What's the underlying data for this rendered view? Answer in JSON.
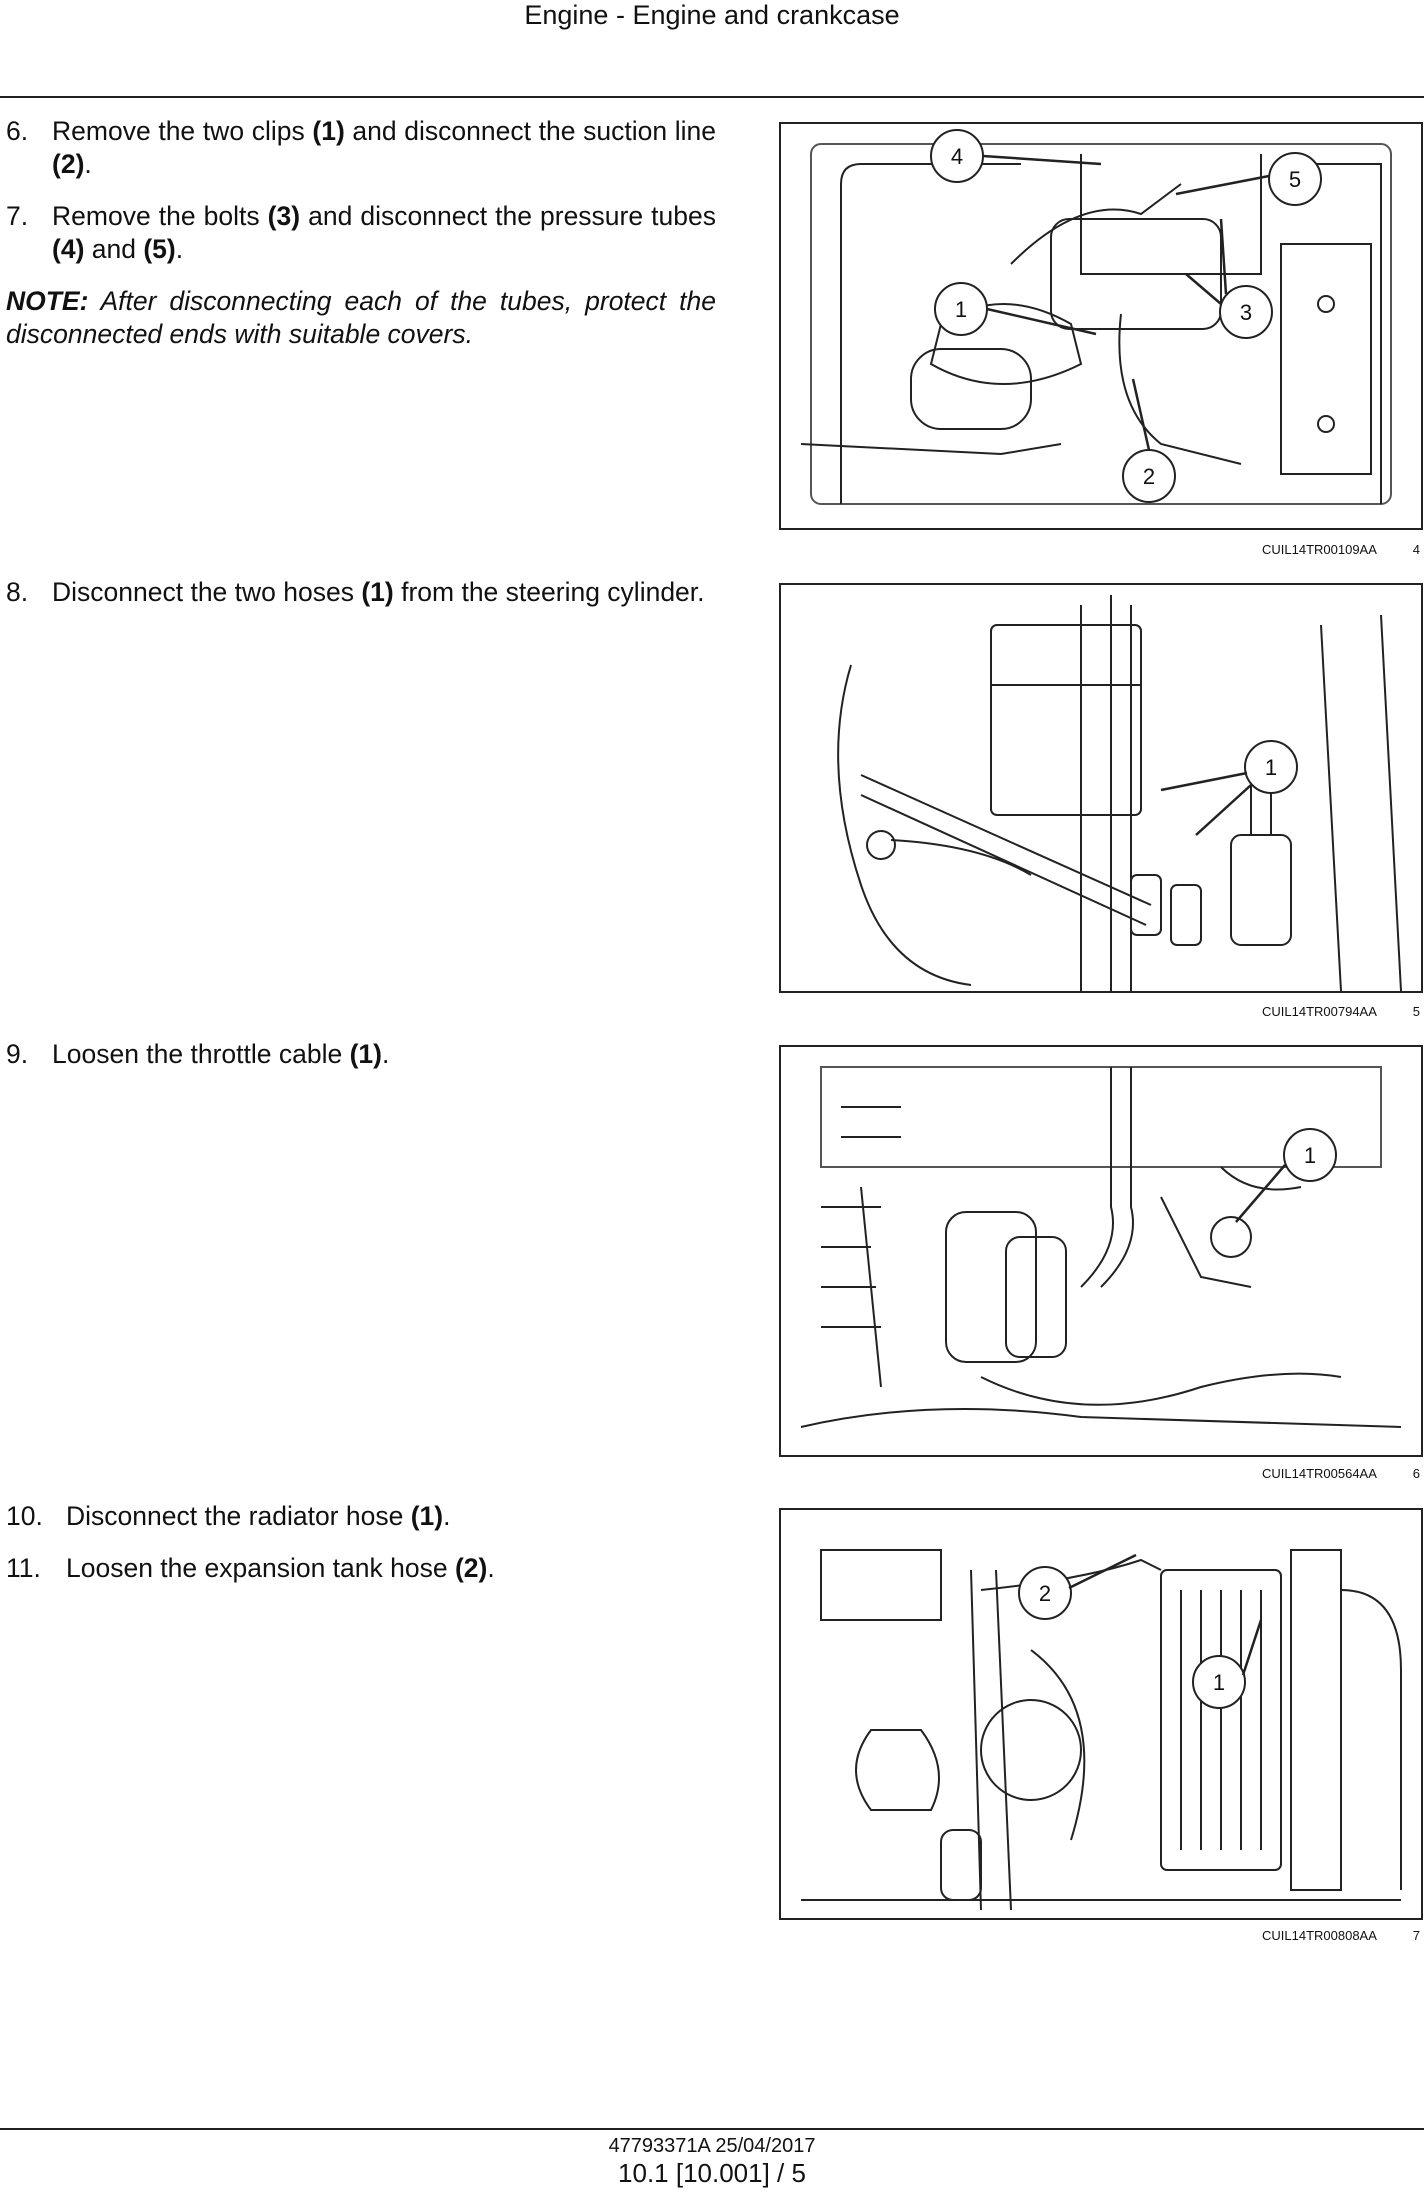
{
  "header": {
    "title": "Engine - Engine and crankcase"
  },
  "sections": [
    {
      "steps": [
        {
          "num": "6.",
          "parts": [
            "Remove the two clips ",
            {
              "b": "(1)"
            },
            " and disconnect the suction line ",
            {
              "b": "(2)"
            },
            "."
          ]
        },
        {
          "num": "7.",
          "parts": [
            "Remove the bolts ",
            {
              "b": "(3)"
            },
            " and disconnect the pressure tubes ",
            {
              "b": "(4)"
            },
            " and ",
            {
              "b": "(5)"
            },
            "."
          ]
        }
      ],
      "note": {
        "label": "NOTE:",
        "text": " After disconnecting each of the tubes, protect the disconnected ends with suitable covers."
      },
      "figure": {
        "code": "CUIL14TR00109AA",
        "number": "4",
        "callouts": [
          "1",
          "2",
          "3",
          "4",
          "5"
        ]
      }
    },
    {
      "steps": [
        {
          "num": "8.",
          "parts": [
            "Disconnect the two hoses ",
            {
              "b": "(1)"
            },
            " from the steering cylinder."
          ]
        }
      ],
      "figure": {
        "code": "CUIL14TR00794AA",
        "number": "5",
        "callouts": [
          "1"
        ]
      }
    },
    {
      "steps": [
        {
          "num": "9.",
          "parts": [
            "Loosen the throttle cable ",
            {
              "b": "(1)"
            },
            "."
          ]
        }
      ],
      "figure": {
        "code": "CUIL14TR00564AA",
        "number": "6",
        "callouts": [
          "1"
        ]
      }
    },
    {
      "steps": [
        {
          "num": "10.",
          "parts": [
            "Disconnect the radiator hose ",
            {
              "b": "(1)"
            },
            "."
          ]
        },
        {
          "num": "11.",
          "parts": [
            "Loosen the expansion tank hose ",
            {
              "b": "(2)"
            },
            "."
          ]
        }
      ],
      "figure": {
        "code": "CUIL14TR00808AA",
        "number": "7",
        "callouts": [
          "1",
          "2"
        ]
      }
    }
  ],
  "footer": {
    "doc_code": "47793371A 25/04/2017",
    "page": "10.1 [10.001] / 5"
  }
}
